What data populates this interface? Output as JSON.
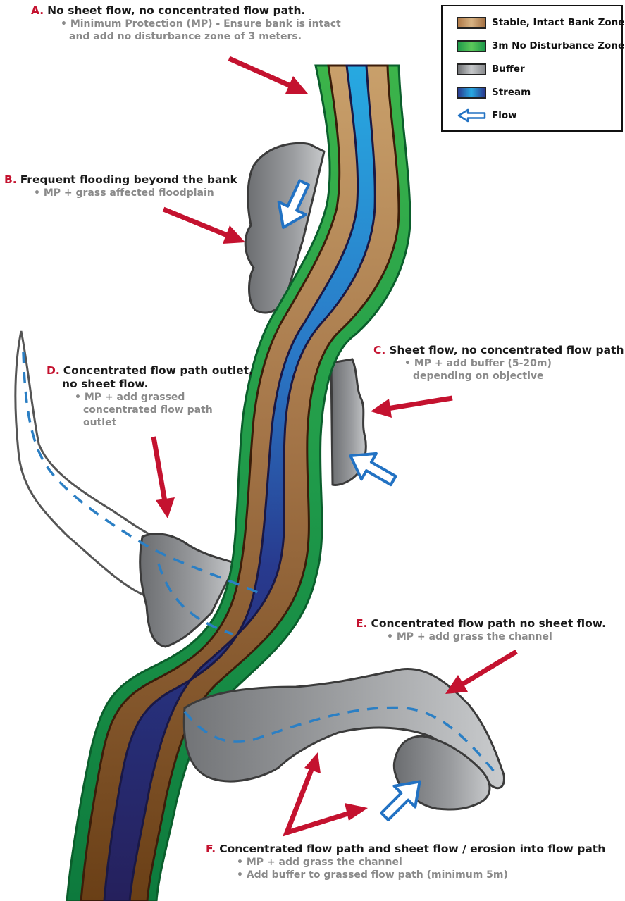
{
  "annotations": {
    "a": {
      "letter": "A.",
      "title": "No sheet flow, no concentrated flow path.",
      "lines": [
        "• Minimum Protection (MP) - Ensure bank is intact",
        "and add no disturbance zone of 3 meters."
      ]
    },
    "b": {
      "letter": "B.",
      "title": "Frequent flooding beyond the bank",
      "lines": [
        "• MP + grass affected floodplain"
      ]
    },
    "c": {
      "letter": "C.",
      "title": "Sheet flow, no concentrated flow path",
      "lines": [
        "• MP + add buffer (5-20m)",
        "depending on objective"
      ]
    },
    "d": {
      "letter": "D.",
      "title": "Concentrated flow path outlet,",
      "title2": "no sheet flow.",
      "lines": [
        "• MP + add grassed",
        "concentrated flow path",
        "outlet"
      ]
    },
    "e": {
      "letter": "E.",
      "title": "Concentrated flow path no sheet flow.",
      "lines": [
        "• MP + add grass the channel"
      ]
    },
    "f": {
      "letter": "F.",
      "title": "Concentrated flow path and sheet flow / erosion into flow path",
      "lines": [
        "• MP + add grass the channel",
        "• Add buffer to grassed flow path (minimum 5m)"
      ]
    }
  },
  "legend": {
    "items": [
      {
        "label": "Stable, Intact Bank Zone",
        "icon": "brown-swatch"
      },
      {
        "label": "3m No Disturbance Zone",
        "icon": "green-swatch"
      },
      {
        "label": "Buffer",
        "icon": "gray-swatch"
      },
      {
        "label": "Stream",
        "icon": "blue-swatch"
      },
      {
        "label": "Flow",
        "icon": "flow-arrow-icon"
      }
    ]
  },
  "colors": {
    "accent_red": "#c4122f",
    "bank_brown": "#8b5a2b",
    "green_zone": "#2fa84f",
    "buffer_gray": "#8c8c8c",
    "stream_blue": "#1c9fe0",
    "stream_navy": "#272462",
    "flow_blue": "#2272c3"
  }
}
